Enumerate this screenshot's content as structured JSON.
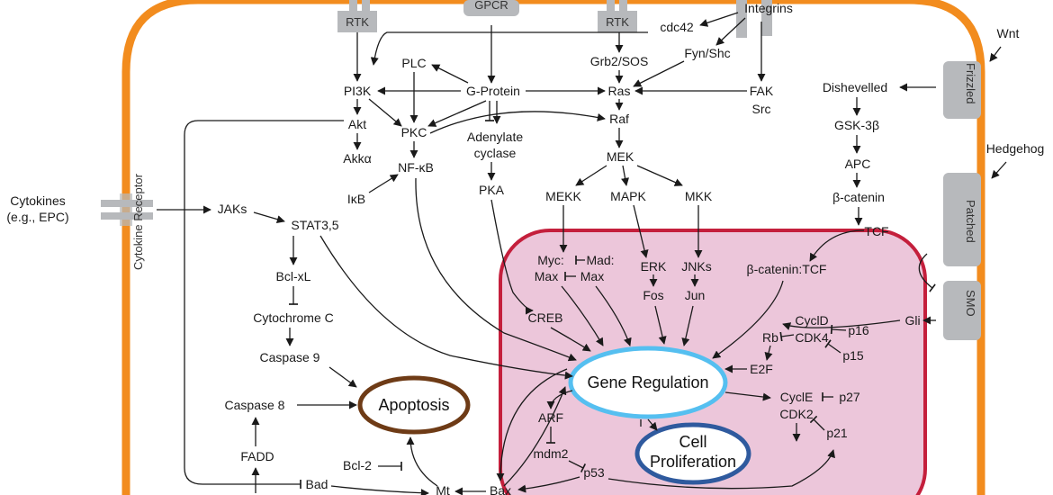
{
  "receptors": {
    "rtk_left": "RTK",
    "gpcr": "GPCR",
    "rtk_right": "RTK",
    "integrins": "Integrins",
    "cytokine_receptor": "Cytokine Receptor",
    "frizzled": "Frizzled",
    "patched": "Patched",
    "smo": "SMO"
  },
  "extracellular": {
    "cytokines_line1": "Cytokines",
    "cytokines_line2": "(e.g., EPC)",
    "wnt": "Wnt",
    "hedgehog": "Hedgehog"
  },
  "nodes": {
    "pi3k": "PI3K",
    "plc": "PLC",
    "g_protein": "G-Protein",
    "ras": "Ras",
    "cdc42": "cdc42",
    "grb2_sos": "Grb2/SOS",
    "fyn_shc": "Fyn/Shc",
    "fak": "FAK",
    "src": "Src",
    "akt": "Akt",
    "akka": "Akkα",
    "pkc": "PKC",
    "nfkb": "NF-κB",
    "ikb": "IκB",
    "adenylate1": "Adenylate",
    "adenylate2": "cyclase",
    "pka": "PKA",
    "raf": "Raf",
    "mek": "MEK",
    "mekk": "MEKK",
    "mapk": "MAPK",
    "mkk": "MKK",
    "jaks": "JAKs",
    "stat": "STAT3,5",
    "bclxl": "Bcl-xL",
    "cytc": "Cytochrome C",
    "casp9": "Caspase 9",
    "casp8": "Caspase 8",
    "fadd": "FADD",
    "bad": "Bad",
    "bcl2": "Bcl-2",
    "mt": "Mt",
    "bax": "Bax",
    "dishevelled": "Dishevelled",
    "gsk3b": "GSK-3β",
    "apc": "APC",
    "bcatenin": "β-catenin",
    "tcf": "TCF",
    "gli": "Gli"
  },
  "nucleus": {
    "myc": "Myc:",
    "mad": "Mad:",
    "max1": "Max",
    "max2": "Max",
    "erk": "ERK",
    "fos": "Fos",
    "jnks": "JNKs",
    "jun": "Jun",
    "creb": "CREB",
    "bcat_tcf": "β-catenin:TCF",
    "cycld": "CyclD",
    "cdk4": "CDK4",
    "rb": "Rb",
    "p16": "p16",
    "p15": "p15",
    "e2f": "E2F",
    "arf": "ARF",
    "mdm2": "mdm2",
    "p53": "p53",
    "cycle": "CyclE",
    "cdk2": "CDK2",
    "p27": "p27",
    "p21": "p21"
  },
  "outcomes": {
    "gene_regulation": "Gene Regulation",
    "apoptosis": "Apoptosis",
    "cell1": "Cell",
    "cell2": "Proliferation"
  },
  "colors": {
    "membrane": "#f28c1e",
    "nucleus_fill": "#ecc6da",
    "nucleus_border": "#c41f3c",
    "gene_reg_ring": "#55bff0",
    "apoptosis_ring": "#6e3b16",
    "prolif_ring": "#2f5a9e",
    "receptor": "#b7b9bc"
  }
}
